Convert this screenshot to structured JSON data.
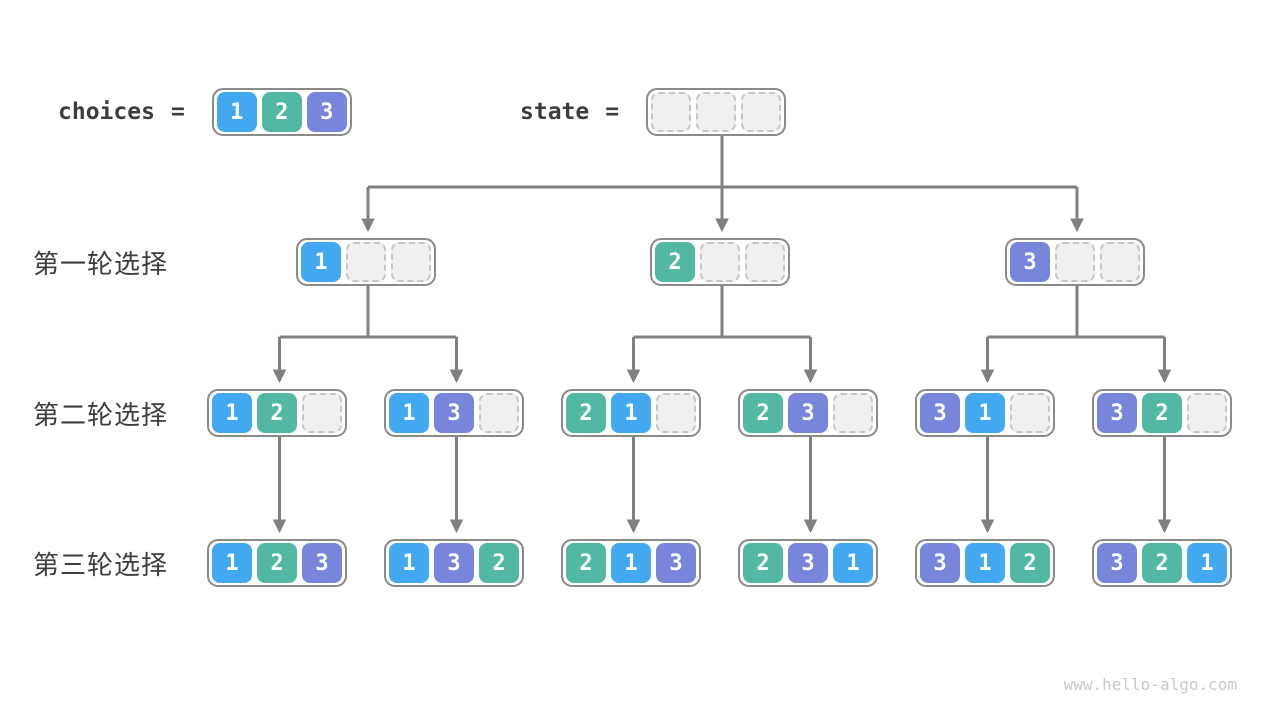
{
  "header": {
    "choices_label": "choices",
    "state_label": "state",
    "equals": "="
  },
  "row_labels": [
    "第一轮选择",
    "第二轮选择",
    "第三轮选择"
  ],
  "colors": {
    "1": "#42a9f0",
    "2": "#52b8a4",
    "3": "#7786da",
    "empty_fill": "#f0f0f0",
    "empty_border": "#c6c6c6",
    "box_border": "#8a8a8a",
    "arrow": "#808080",
    "label_text": "#3d3d3d",
    "watermark": "#c9c9c9"
  },
  "boxes": {
    "choices": [
      1,
      2,
      3
    ],
    "state": [
      null,
      null,
      null
    ],
    "round1": [
      [
        1,
        null,
        null
      ],
      [
        2,
        null,
        null
      ],
      [
        3,
        null,
        null
      ]
    ],
    "round2": [
      [
        1,
        2,
        null
      ],
      [
        1,
        3,
        null
      ],
      [
        2,
        1,
        null
      ],
      [
        2,
        3,
        null
      ],
      [
        3,
        1,
        null
      ],
      [
        3,
        2,
        null
      ]
    ],
    "round3": [
      [
        1,
        2,
        3
      ],
      [
        1,
        3,
        2
      ],
      [
        2,
        1,
        3
      ],
      [
        2,
        3,
        1
      ],
      [
        3,
        1,
        2
      ],
      [
        3,
        2,
        1
      ]
    ]
  },
  "watermark": "www.hello-algo.com"
}
